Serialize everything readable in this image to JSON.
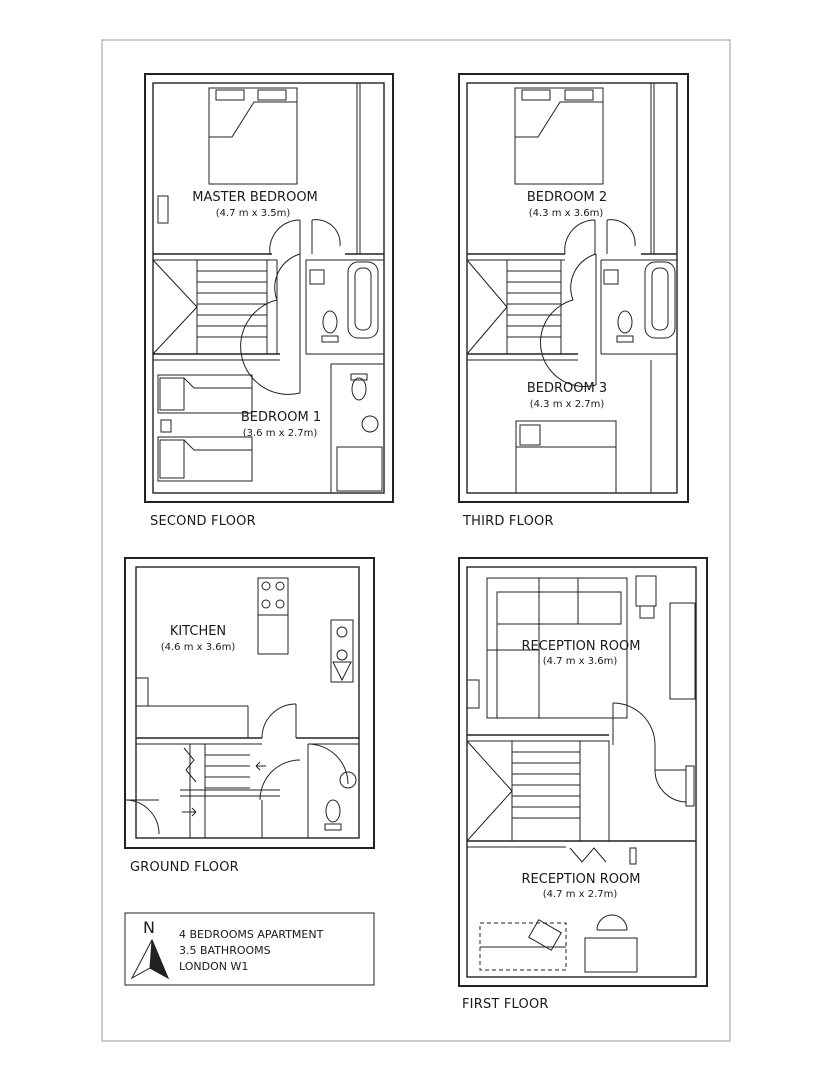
{
  "floors": {
    "second": {
      "label": "SECOND FLOOR",
      "rooms": [
        {
          "name": "MASTER BEDROOM",
          "size": "(4.7 m x 3.5m)"
        },
        {
          "name": "BEDROOM 1",
          "size": "(3.6 m x 2.7m)"
        }
      ]
    },
    "third": {
      "label": "THIRD FLOOR",
      "rooms": [
        {
          "name": "BEDROOM 2",
          "size": "(4.3 m x 3.6m)"
        },
        {
          "name": "BEDROOM 3",
          "size": "(4.3 m x 2.7m)"
        }
      ]
    },
    "ground": {
      "label": "GROUND FLOOR",
      "rooms": [
        {
          "name": "KITCHEN",
          "size": "(4.6 m x 3.6m)"
        }
      ]
    },
    "first": {
      "label": "FIRST FLOOR",
      "rooms": [
        {
          "name": "RECEPTION ROOM",
          "size": "(4.7 m x 3.6m)"
        },
        {
          "name": "RECEPTION ROOM",
          "size": "(4.7 m x 2.7m)"
        }
      ]
    }
  },
  "legend": {
    "north": "N",
    "line1": "4 BEDROOMS APARTMENT",
    "line2": "3.5 BATHROOMS",
    "line3": "LONDON W1"
  }
}
